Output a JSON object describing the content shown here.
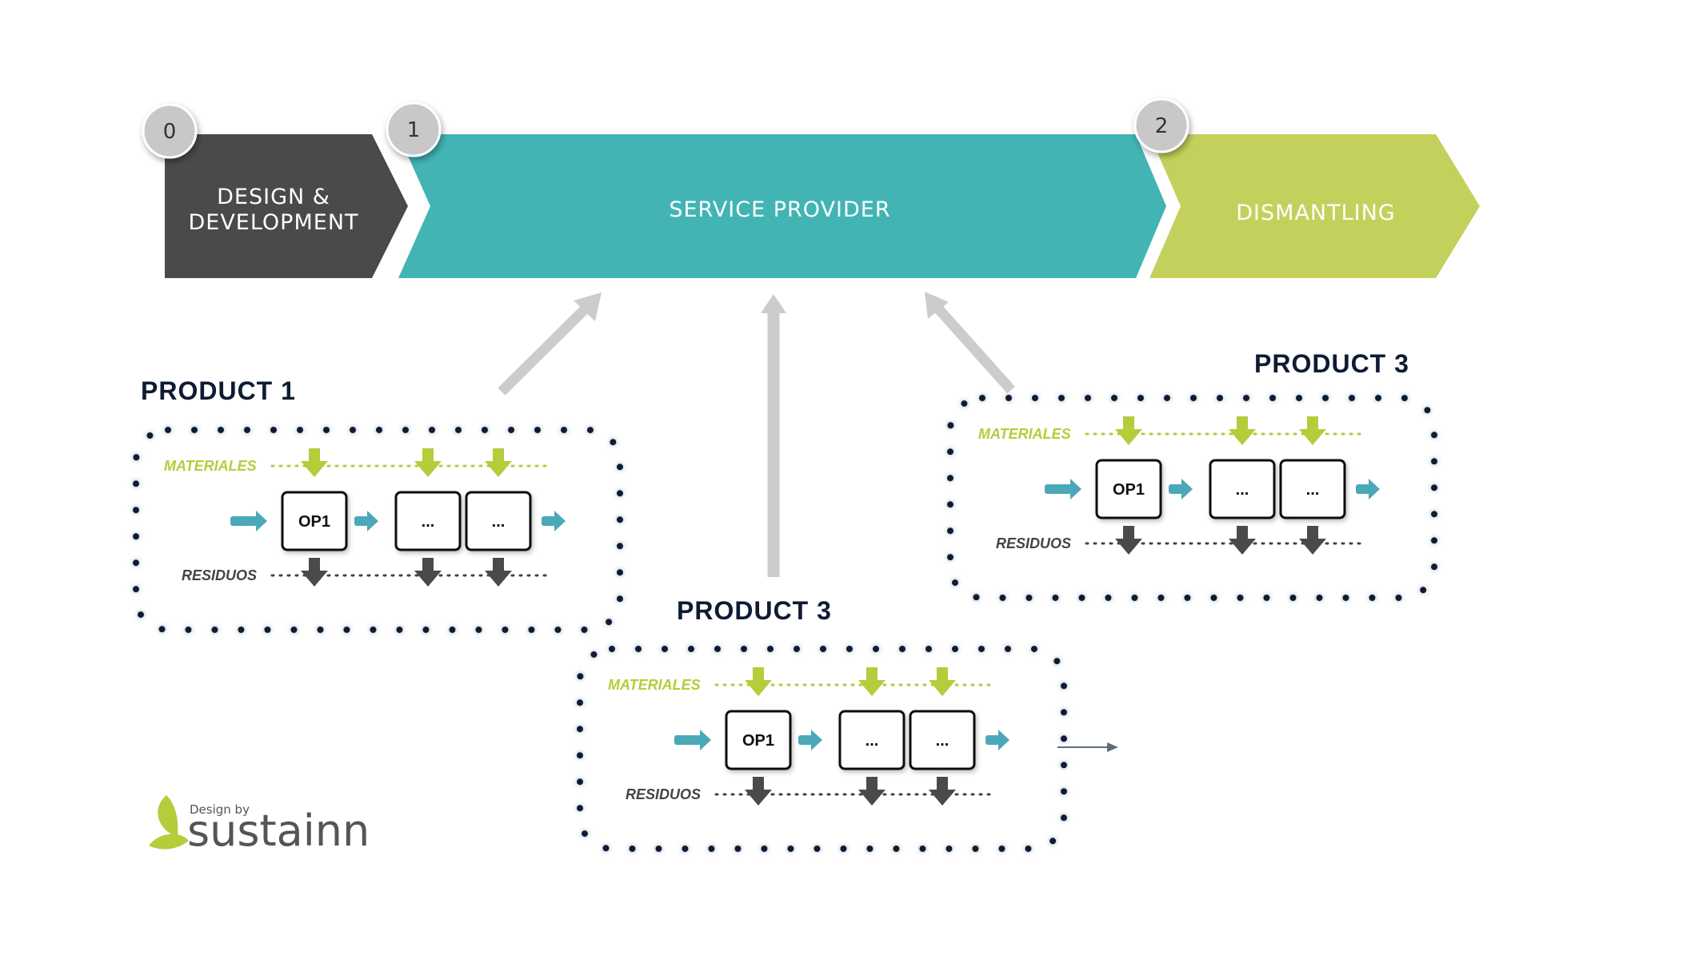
{
  "phases": [
    {
      "number": "0",
      "label_line1": "DESIGN &",
      "label_line2": "DEVELOPMENT",
      "color": "#4a4a4a"
    },
    {
      "number": "1",
      "label": "SERVICE PROVIDER",
      "color": "#42b4b4"
    },
    {
      "number": "2",
      "label": "DISMANTLING",
      "color": "#c3d15c"
    }
  ],
  "products": [
    {
      "title": "PRODUCT 1",
      "materiales_label": "MATERIALES",
      "residuos_label": "RESIDUOS",
      "operations": [
        "OP1",
        "...",
        "..."
      ]
    },
    {
      "title": "PRODUCT 3",
      "materiales_label": "MATERIALES",
      "residuos_label": "RESIDUOS",
      "operations": [
        "OP1",
        "...",
        "..."
      ]
    },
    {
      "title": "PRODUCT 3",
      "materiales_label": "MATERIALES",
      "residuos_label": "RESIDUOS",
      "operations": [
        "OP1",
        "...",
        "..."
      ]
    }
  ],
  "brand": {
    "small": "Design by",
    "big": "sustainn"
  },
  "colors": {
    "dark": "#4a4a4a",
    "teal": "#42b4b4",
    "lime": "#c3d15c",
    "navy": "#0d1b33",
    "grey_arrow": "#cccccc",
    "flow_teal": "#4ba8b8"
  }
}
